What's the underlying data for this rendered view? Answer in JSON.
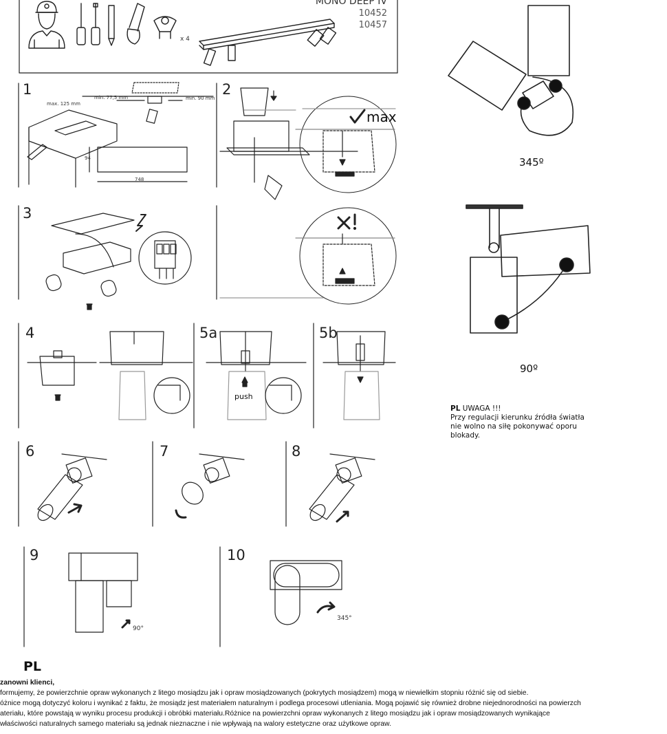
{
  "header": {
    "product_name": "MONO DEEP IV",
    "model_1": "10452",
    "model_2": "10457",
    "bulb_count": "x 4"
  },
  "steps": {
    "s1": "1",
    "s2": "2",
    "s3": "3",
    "s4": "4",
    "s5a": "5a",
    "s5b": "5b",
    "s6": "6",
    "s7": "7",
    "s8": "8",
    "s9": "9",
    "s10": "10"
  },
  "step1_labels": {
    "max_depth": "max. 125 mm",
    "min_width": "min. 77,5 mm",
    "min_length": "min. 90 mm",
    "height": "94",
    "length": "748"
  },
  "step2_labels": {
    "max": "max"
  },
  "step5a_labels": {
    "push": "push"
  },
  "step9_labels": {
    "angle": "90°"
  },
  "step10_labels": {
    "angle": "345°"
  },
  "right_panel": {
    "angle_345": "345º",
    "angle_90": "90º",
    "warning_lang": "PL",
    "warning_title": "UWAGA !!!",
    "warning_line1": "Przy regulacji kierunku źródła światła",
    "warning_line2": "nie wolno na siłę pokonywać oporu",
    "warning_line3": "blokady."
  },
  "footer": {
    "lang": "PL",
    "greeting": "zanowni klienci,",
    "line1": "formujemy, że powierzchnie opraw wykonanych z litego mosiądzu jak i opraw mosiądzowanych (pokrytych mosiądzem) mogą w niewielkim stopniu różnić się od siebie.",
    "line2": "óżnice mogą dotyczyć koloru i wynikać z faktu, że mosiądz jest materiałem naturalnym i podlega procesowi utleniania. Mogą pojawić się również drobne niejednorodności na powierzch",
    "line3": "ateriału, które powstają w wyniku procesu produkcji i obróbki materiału.Różnice na powierzchni opraw wykonanych z litego mosiądzu jak i opraw mosiądzowanych wynikające",
    "line4": "właściwości naturalnych samego materiału są jednak nieznaczne i nie wpływają na walory estetyczne oraz użytkowe opraw."
  }
}
